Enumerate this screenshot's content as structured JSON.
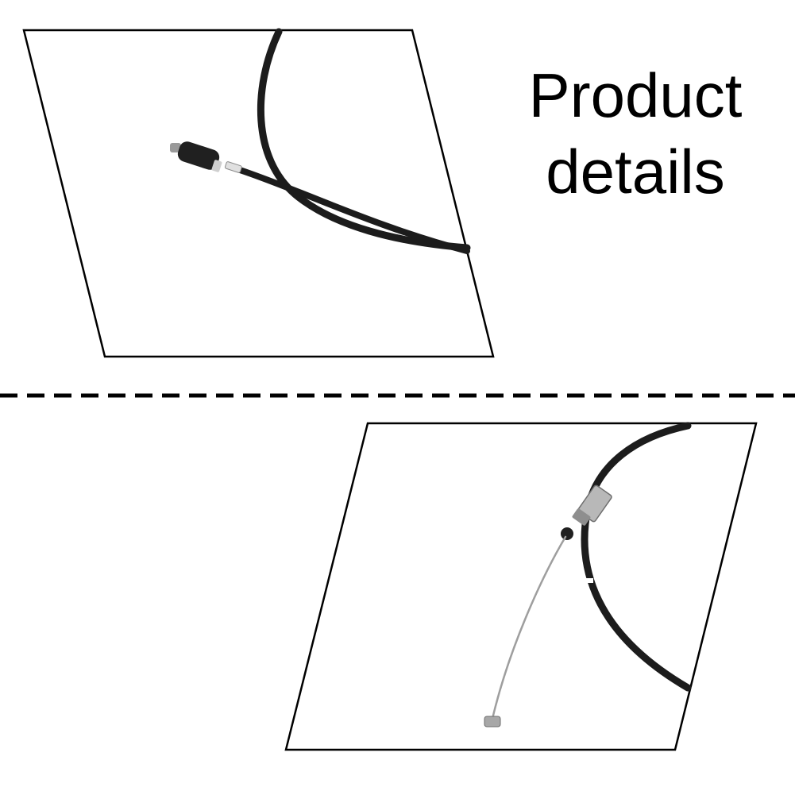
{
  "heading": {
    "line1": "Product",
    "line2": "details"
  },
  "colors": {
    "background": "#ffffff",
    "frame": "#000000",
    "cable": "#1c1c1c",
    "metal": "#a9a9a9",
    "divider": "#000000"
  },
  "panels": [
    {
      "name": "top-product-photo",
      "subject": "cable-end-with-fitting"
    },
    {
      "name": "bottom-product-photo",
      "subject": "cable-inner-wire-end"
    }
  ]
}
